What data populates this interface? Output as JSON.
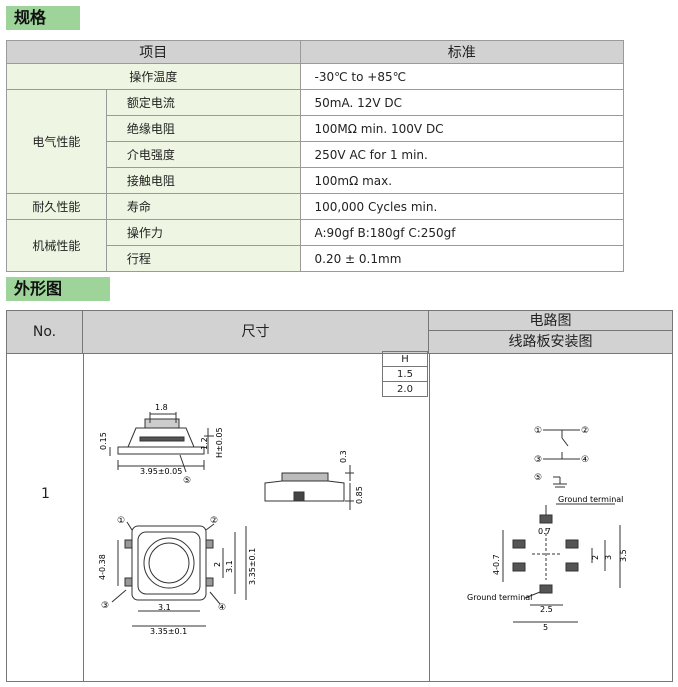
{
  "sections": {
    "spec_title": "规格",
    "outline_title": "外形图"
  },
  "spec": {
    "headers": {
      "item": "项目",
      "standard": "标准"
    },
    "op_temp": {
      "label": "操作温度",
      "value": "-30℃ to +85℃"
    },
    "electrical": {
      "category": "电气性能",
      "rows": [
        {
          "label": "额定电流",
          "value": "50mA. 12V DC"
        },
        {
          "label": "绝缘电阻",
          "value": "100MΩ min. 100V DC"
        },
        {
          "label": "介电强度",
          "value": "250V AC for 1 min."
        },
        {
          "label": "接触电阻",
          "value": "100mΩ max."
        }
      ]
    },
    "durability": {
      "category": "耐久性能",
      "label": "寿命",
      "value": "100,000 Cycles min."
    },
    "mechanical": {
      "category": "机械性能",
      "rows": [
        {
          "label": "操作力",
          "value": "A:90gf  B:180gf  C:250gf"
        },
        {
          "label": "行程",
          "value": "0.20 ± 0.1mm"
        }
      ]
    }
  },
  "outline": {
    "headers": {
      "no": "No.",
      "dimension": "尺寸",
      "circuit": "电路图",
      "pcb": "线路板安装图"
    },
    "no_value": "1",
    "height_table": [
      "H",
      "1.5",
      "2.0"
    ],
    "side_dims": {
      "top": "1.8",
      "left": "0.15",
      "r1": "1.2",
      "r2": "H±0.05",
      "bottom": "3.95±0.05",
      "mark": "⑤"
    },
    "right_dims": {
      "top": "0.3",
      "bottom": "0.85"
    },
    "top_dims": {
      "left": "4-0.38",
      "r1": "2",
      "r2": "3.1",
      "r3": "3.35±0.1",
      "b1": "3.1",
      "b2": "3.35±0.1",
      "m1": "①",
      "m2": "②",
      "m3": "③",
      "m4": "④"
    },
    "circuit": {
      "p1": "①",
      "p2": "②",
      "p3": "③",
      "p4": "④",
      "p5": "⑤"
    },
    "pcb": {
      "ground_top": "Ground terminal",
      "ground_bottom": "Ground terminal",
      "d07": "0.7",
      "d2": "2",
      "d3": "3",
      "d35": "3.5",
      "d407": "4-0.7",
      "d25": "2.5",
      "d5": "5"
    }
  }
}
